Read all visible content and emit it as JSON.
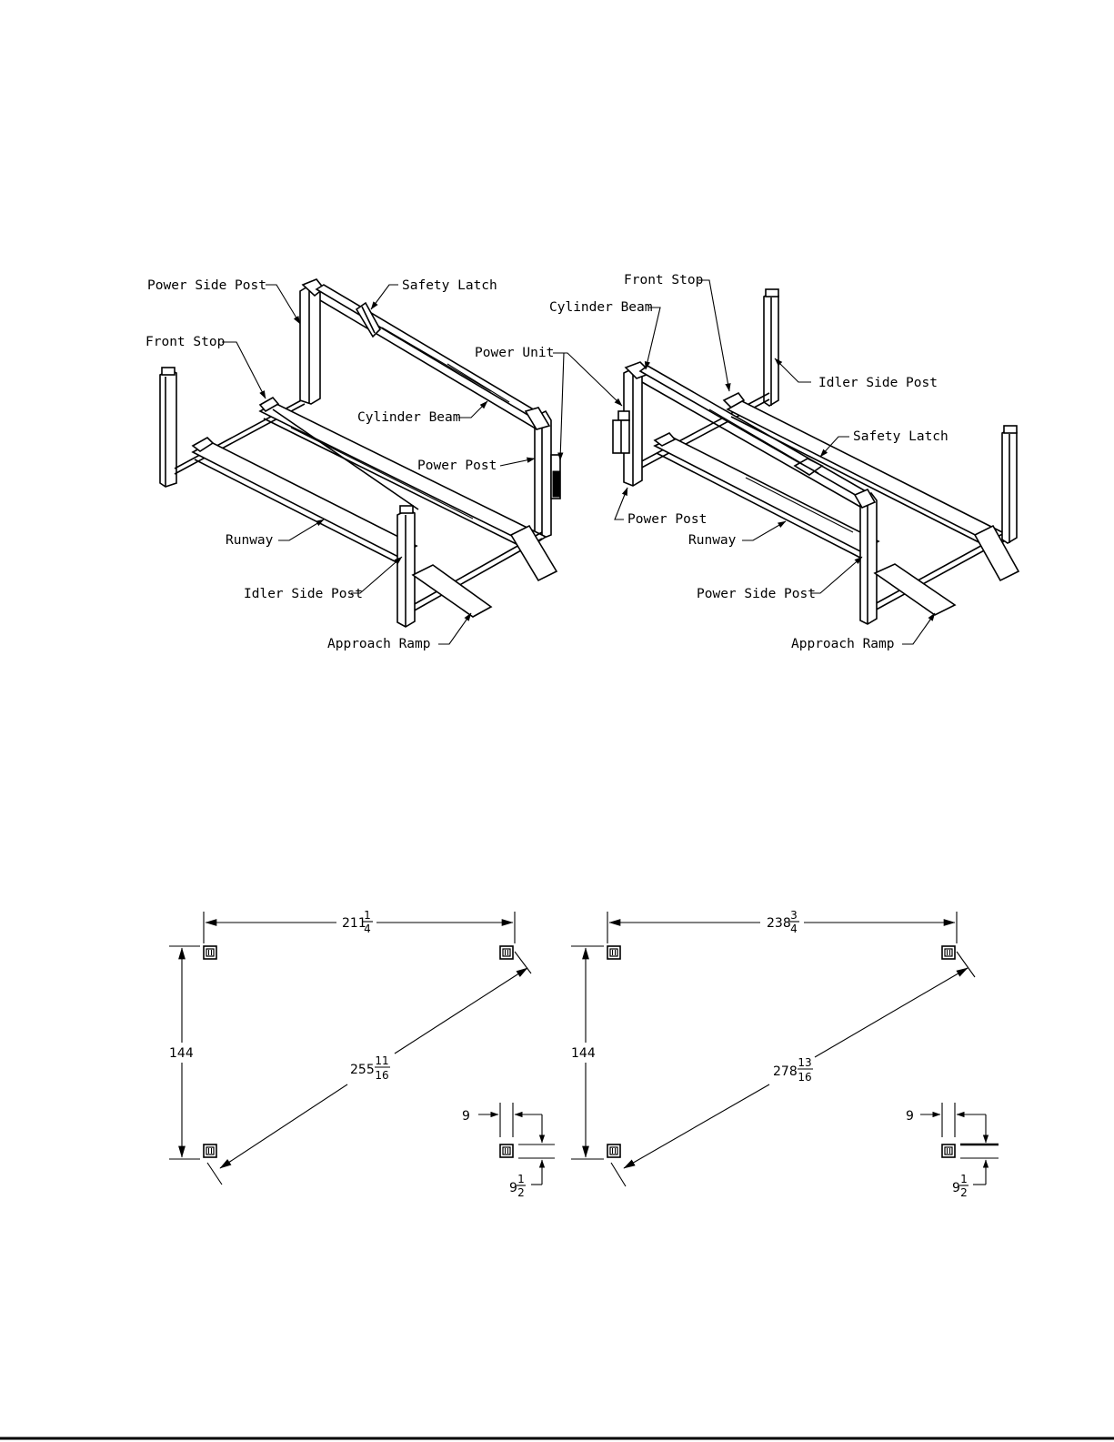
{
  "diagram_left": {
    "labels": {
      "power_side_post": "Power Side Post",
      "safety_latch": "Safety Latch",
      "front_stop": "Front Stop",
      "power_unit": "Power Unit",
      "cylinder_beam": "Cylinder Beam",
      "power_post": "Power Post",
      "runway": "Runway",
      "idler_side_post": "Idler Side Post",
      "approach_ramp": "Approach Ramp"
    }
  },
  "diagram_right": {
    "labels": {
      "front_stop": "Front Stop",
      "cylinder_beam": "Cylinder Beam",
      "idler_side_post": "Idler Side Post",
      "safety_latch": "Safety Latch",
      "power_post": "Power Post",
      "runway": "Runway",
      "power_side_post": "Power Side Post",
      "approach_ramp": "Approach Ramp"
    }
  },
  "layout_left": {
    "width_whole": "211",
    "width_num": "1",
    "width_den": "4",
    "depth": "144",
    "diagonal_whole": "255",
    "diagonal_num": "11",
    "diagonal_den": "16",
    "post_w": "9",
    "post_d_whole": "9",
    "post_d_num": "1",
    "post_d_den": "2"
  },
  "layout_right": {
    "width_whole": "238",
    "width_num": "3",
    "width_den": "4",
    "depth": "144",
    "diagonal_whole": "278",
    "diagonal_num": "13",
    "diagonal_den": "16",
    "post_w": "9",
    "post_d_whole": "9",
    "post_d_num": "1",
    "post_d_den": "2"
  }
}
